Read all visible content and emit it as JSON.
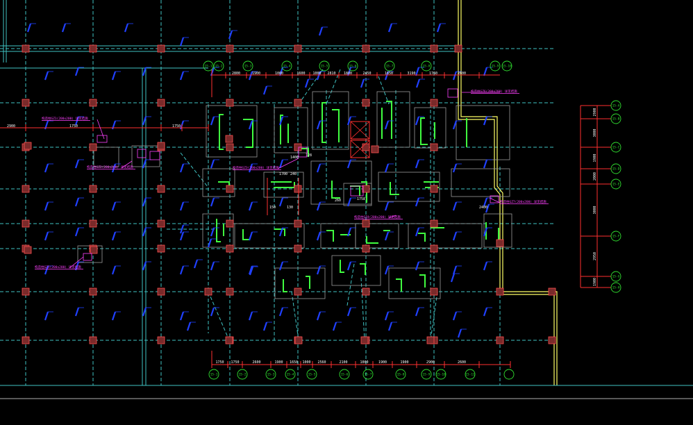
{
  "drawing": {
    "background": "#000000",
    "colors": {
      "grid": "#3fc4c4",
      "column": "#ff5050",
      "pile_cap": "#9a9a9a",
      "shear_wall": "#40ff40",
      "beam_tag": "#2040ff",
      "dimension": "#ff3030",
      "axis_bubble": "#30e030",
      "annotation": "#ff40ff",
      "boundary": "#ffff66"
    },
    "top_dimensions": [
      "2800",
      "1900",
      "1000",
      "1600",
      "1000",
      "2810",
      "1800",
      "2450",
      "1650",
      "3190",
      "1760",
      "2600"
    ],
    "bottom_dimensions": [
      "1750",
      "1750",
      "2600",
      "1900",
      "1650",
      "1000",
      "2560",
      "2100",
      "1000",
      "1900",
      "1900",
      "2900",
      "2600"
    ],
    "left_dimensions": [
      "2900",
      "1750",
      "1750"
    ],
    "right_dimensions": [
      "2900",
      "3000",
      "1900",
      "2000",
      "3000",
      "2950",
      "1900"
    ],
    "top_axes": [
      "15-1",
      "15-2",
      "15-3",
      "15-4",
      "15-5",
      "15-6",
      "15-7",
      "15-8",
      "15-9",
      "15-10"
    ],
    "bottom_axes": [
      "15-1",
      "15-2",
      "15-3",
      "15-4",
      "15-5",
      "15-6",
      "15-7",
      "15-8",
      "15-9",
      "15-10",
      "15-11"
    ],
    "right_axes": [
      "15-A",
      "15-B",
      "15-C",
      "15-D",
      "15-E",
      "15-F",
      "15-G",
      "15-H"
    ],
    "small_labels": [
      "128",
      "1400",
      "1700",
      "240",
      "130",
      "150",
      "260",
      "1758",
      "2400"
    ],
    "annotations": [
      "构造柱GZ1(200x200)  详见结施",
      "构造柱GZ2(200x200)  详见结施",
      "构造柱GZ3(200x200)  详见结施",
      "构造柱GZ4(200x200)  详见结施",
      "构造柱GZ5(200x200)  详见结施",
      "构造柱GZ6(200x200)  详见结施",
      "构造柱GZ7(200x200)  详见结施"
    ]
  }
}
